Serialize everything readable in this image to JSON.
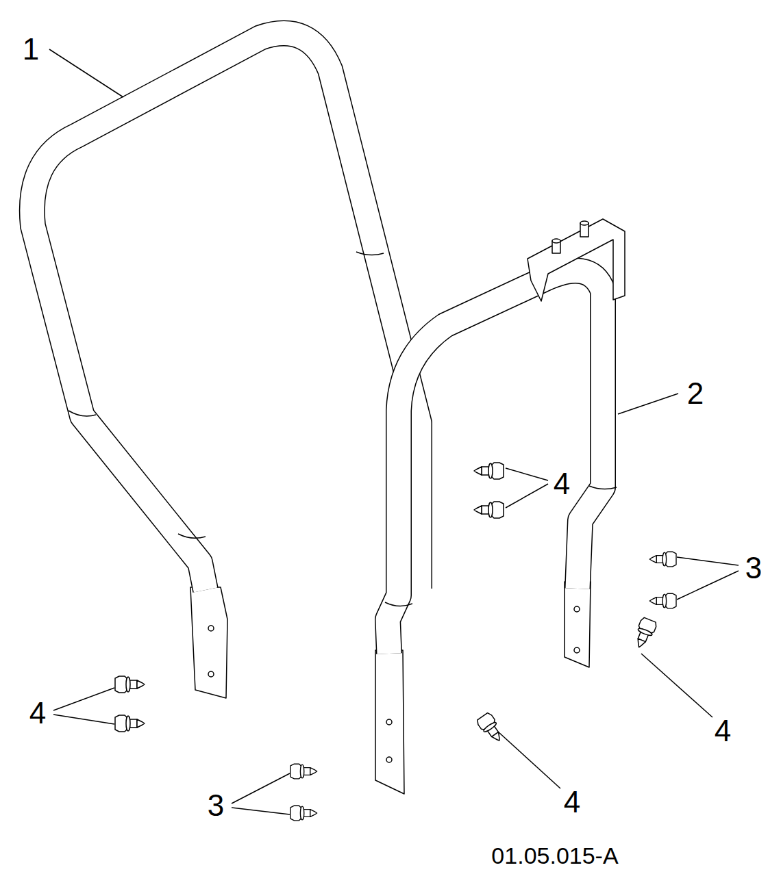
{
  "diagram": {
    "labels": [
      "1",
      "2",
      "4",
      "3",
      "4",
      "4",
      "3",
      "4",
      "01.05.015-A"
    ]
  }
}
